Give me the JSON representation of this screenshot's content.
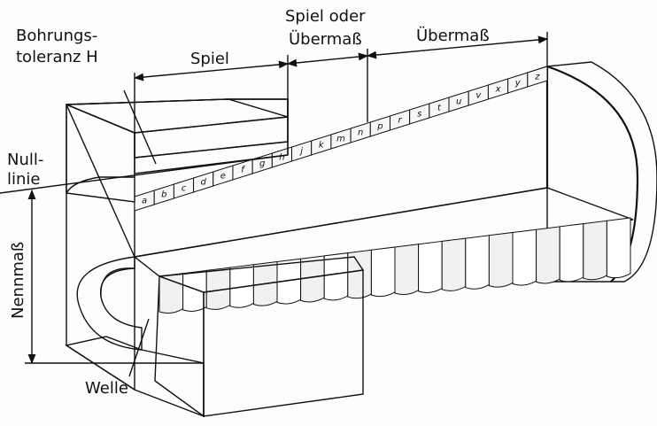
{
  "labels": {
    "bohrung_1": "Bohrungs-",
    "bohrung_2": "toleranz H",
    "spiel": "Spiel",
    "spiel_oder_1": "Spiel oder",
    "spiel_oder_2": "Übermaß",
    "uebermass": "Übermaß",
    "null_1": "Null-",
    "null_2": "linie",
    "nennmass": "Nennmaß",
    "welle": "Welle"
  },
  "tolerance_letters": [
    "a",
    "b",
    "c",
    "d",
    "e",
    "f",
    "g",
    "h",
    "j",
    "k",
    "m",
    "n",
    "p",
    "r",
    "s",
    "t",
    "u",
    "v",
    "x",
    "y",
    "z"
  ],
  "colors": {
    "ink": "#111111",
    "stipple": "#c9c9c9",
    "light": "#efefef",
    "white": "#ffffff"
  }
}
